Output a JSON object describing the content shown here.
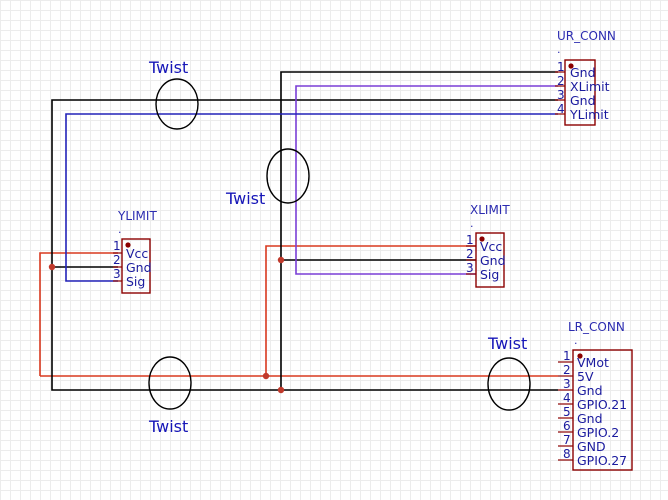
{
  "connectors": {
    "ur_conn": {
      "ref": "UR_CONN",
      "dot": ".",
      "pins": [
        {
          "num": "1",
          "name": "Gnd"
        },
        {
          "num": "2",
          "name": "XLimit"
        },
        {
          "num": "3",
          "name": "Gnd"
        },
        {
          "num": "4",
          "name": "YLimit"
        }
      ]
    },
    "ylimit": {
      "ref": "YLIMIT",
      "dot": ".",
      "pins": [
        {
          "num": "1",
          "name": "Vcc"
        },
        {
          "num": "2",
          "name": "Gnd"
        },
        {
          "num": "3",
          "name": "Sig"
        }
      ]
    },
    "xlimit": {
      "ref": "XLIMIT",
      "dot": ".",
      "pins": [
        {
          "num": "1",
          "name": "Vcc"
        },
        {
          "num": "2",
          "name": "Gnd"
        },
        {
          "num": "3",
          "name": "Sig"
        }
      ]
    },
    "lr_conn": {
      "ref": "LR_CONN",
      "dot": ".",
      "pins": [
        {
          "num": "1",
          "name": "VMot"
        },
        {
          "num": "2",
          "name": "5V"
        },
        {
          "num": "3",
          "name": "Gnd"
        },
        {
          "num": "4",
          "name": "GPIO.21"
        },
        {
          "num": "5",
          "name": "Gnd"
        },
        {
          "num": "6",
          "name": "GPIO.2"
        },
        {
          "num": "7",
          "name": "GND"
        },
        {
          "num": "8",
          "name": "GPIO.27"
        }
      ]
    }
  },
  "annotations": {
    "twist_top": "Twist",
    "twist_middle": "Twist",
    "twist_bottom": "Twist",
    "twist_right": "Twist"
  },
  "colors": {
    "gnd_wire": "#000000",
    "vcc_wire": "#d9391f",
    "xlimit_wire": "#7a3fd6",
    "ylimit_wire": "#2222b8",
    "component": "#8b0000",
    "label": "#1a1a9e"
  }
}
